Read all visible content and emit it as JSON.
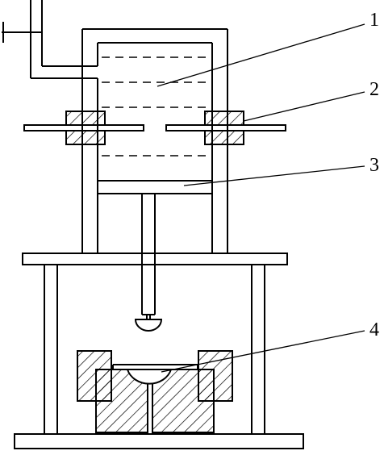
{
  "callouts": [
    {
      "label": "1"
    },
    {
      "label": "2"
    },
    {
      "label": "3"
    },
    {
      "label": "4"
    }
  ],
  "colors": {
    "line": "#000000",
    "background": "#ffffff"
  }
}
